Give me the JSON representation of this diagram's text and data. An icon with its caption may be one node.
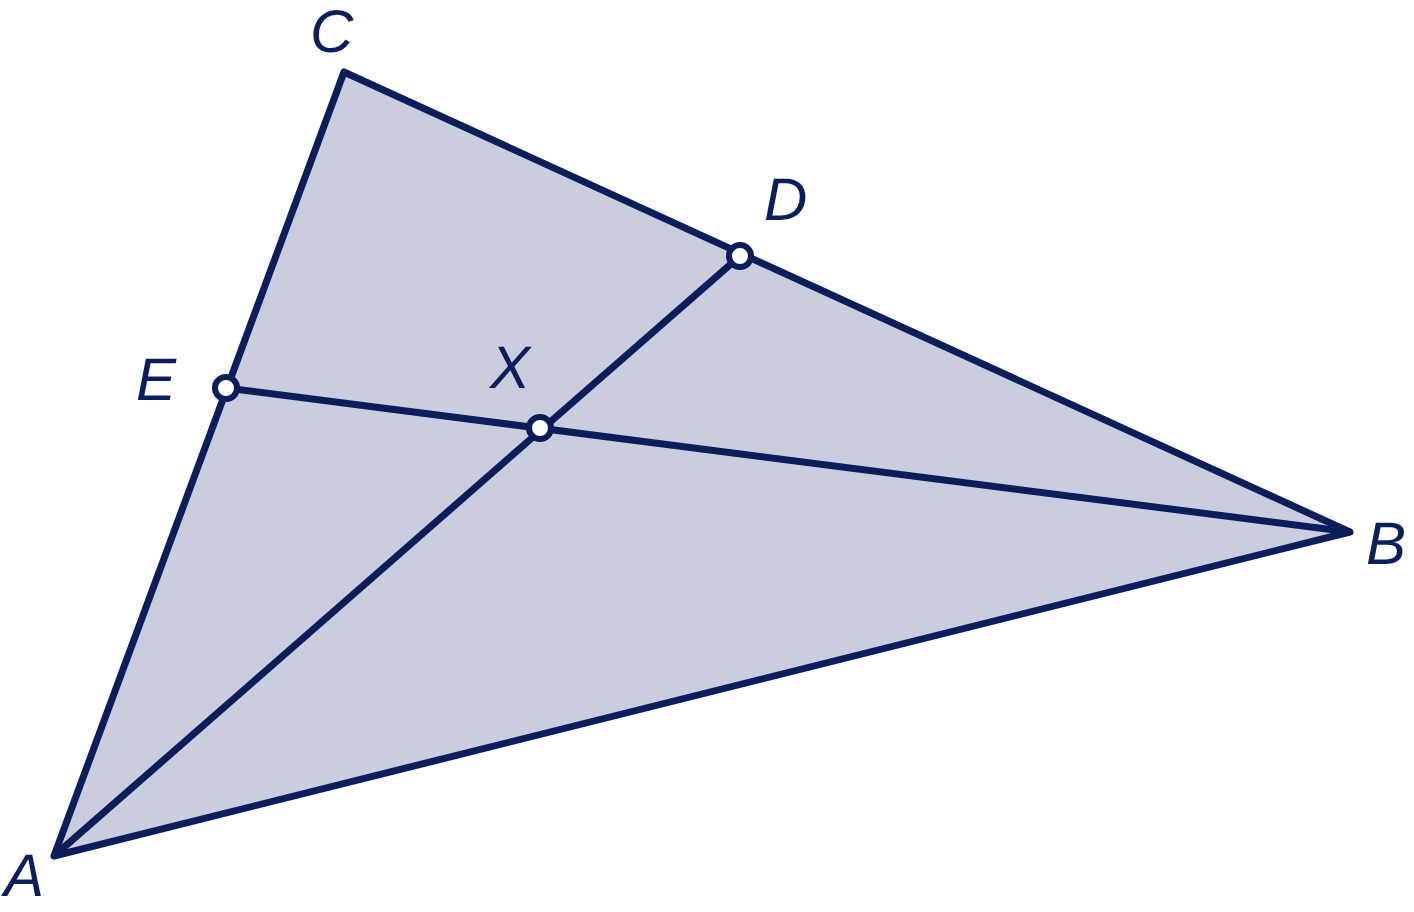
{
  "diagram": {
    "labels": [
      "C",
      "D",
      "E",
      "X",
      "B",
      "A"
    ]
  }
}
